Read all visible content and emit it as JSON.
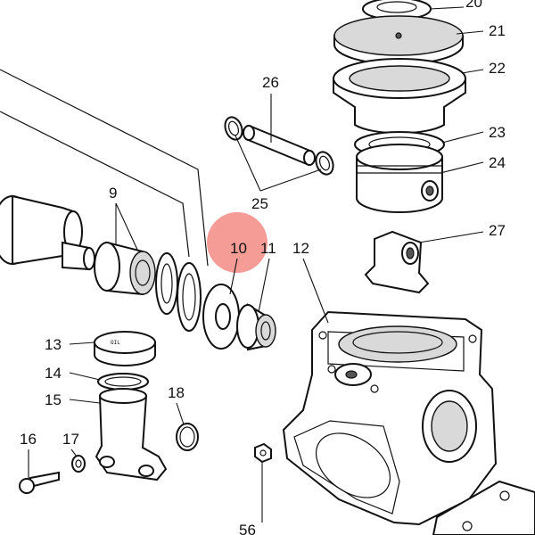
{
  "highlight": {
    "color": "#f28b82",
    "part": "10"
  },
  "labels": {
    "p9": "9",
    "p10": "10",
    "p11": "11",
    "p12": "12",
    "p13": "13",
    "p14": "14",
    "p15": "15",
    "p16": "16",
    "p17": "17",
    "p18": "18",
    "p20": "20",
    "p21": "21",
    "p22": "22",
    "p23": "23",
    "p24": "24",
    "p25": "25",
    "p26": "26",
    "p27": "27",
    "p56": "56"
  },
  "cap_text": "OIL"
}
